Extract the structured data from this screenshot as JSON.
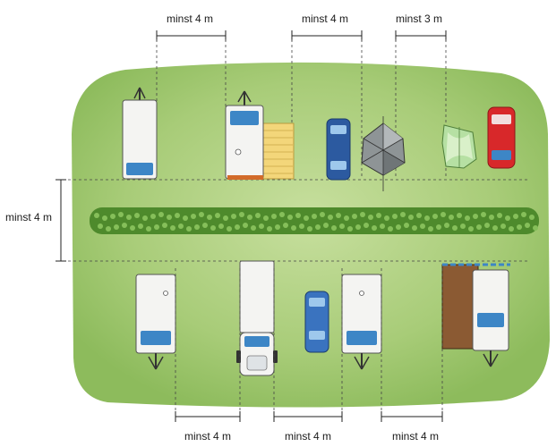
{
  "labels": {
    "top_left": "minst 4 m",
    "top_mid": "minst 4 m",
    "top_right": "minst 3 m",
    "side": "minst 4 m",
    "bottom_left": "minst 4 m",
    "bottom_mid": "minst 4 m",
    "bottom_right": "minst 4 m"
  },
  "colors": {
    "grass": "#9cc56a",
    "grass_light": "#c7df9e",
    "hedge": "#4e8a2c",
    "caravan": "#f4f4f2",
    "window": "#3d86c6",
    "car_blue": "#2c5aa0",
    "car_red": "#d8282a",
    "tent_gray": "#8e9496",
    "tent_green": "#b6e0a3",
    "awning_tan": "#8b5a33",
    "awning_yellow": "#f3d67a",
    "line": "#222222"
  },
  "icons": {
    "caravan": "caravan-icon",
    "car": "car-icon",
    "tent": "tent-icon",
    "hedge": "hedge-icon"
  }
}
